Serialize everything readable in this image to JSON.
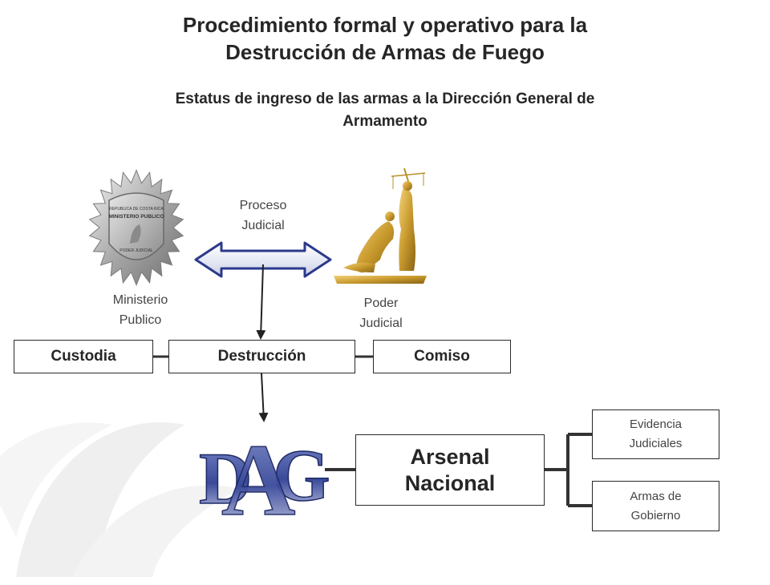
{
  "title": "Procedimiento formal y operativo para la\nDestrucción de Armas de Fuego",
  "subtitle": "Estatus de ingreso de las armas a la Dirección General de\nArmamento",
  "labels": {
    "proceso_judicial": "Proceso\nJudicial",
    "ministerio_publico": "Ministerio\nPublico",
    "poder_judicial": "Poder\nJudicial"
  },
  "badge": {
    "line1": "REPUBLICA DE COSTA RICA",
    "line2": "MINISTERIO PUBLICO",
    "line3": "PODER JUDICIAL"
  },
  "boxes": {
    "custodia": "Custodia",
    "destruccion": "Destrucción",
    "comiso": "Comiso",
    "arsenal": "Arsenal\nNacional",
    "evidencia": "Evidencia\nJudiciales",
    "armas_gobierno": "Armas de\nGobierno"
  },
  "logo": {
    "letters": [
      "D",
      "A",
      "G"
    ]
  },
  "colors": {
    "arrow_blue": "#2b3a8c",
    "logo_blue": "#3a4a9a",
    "gold": "#c9a13a",
    "silver": "#b9b9b9",
    "box_border": "#2a2a2a"
  }
}
